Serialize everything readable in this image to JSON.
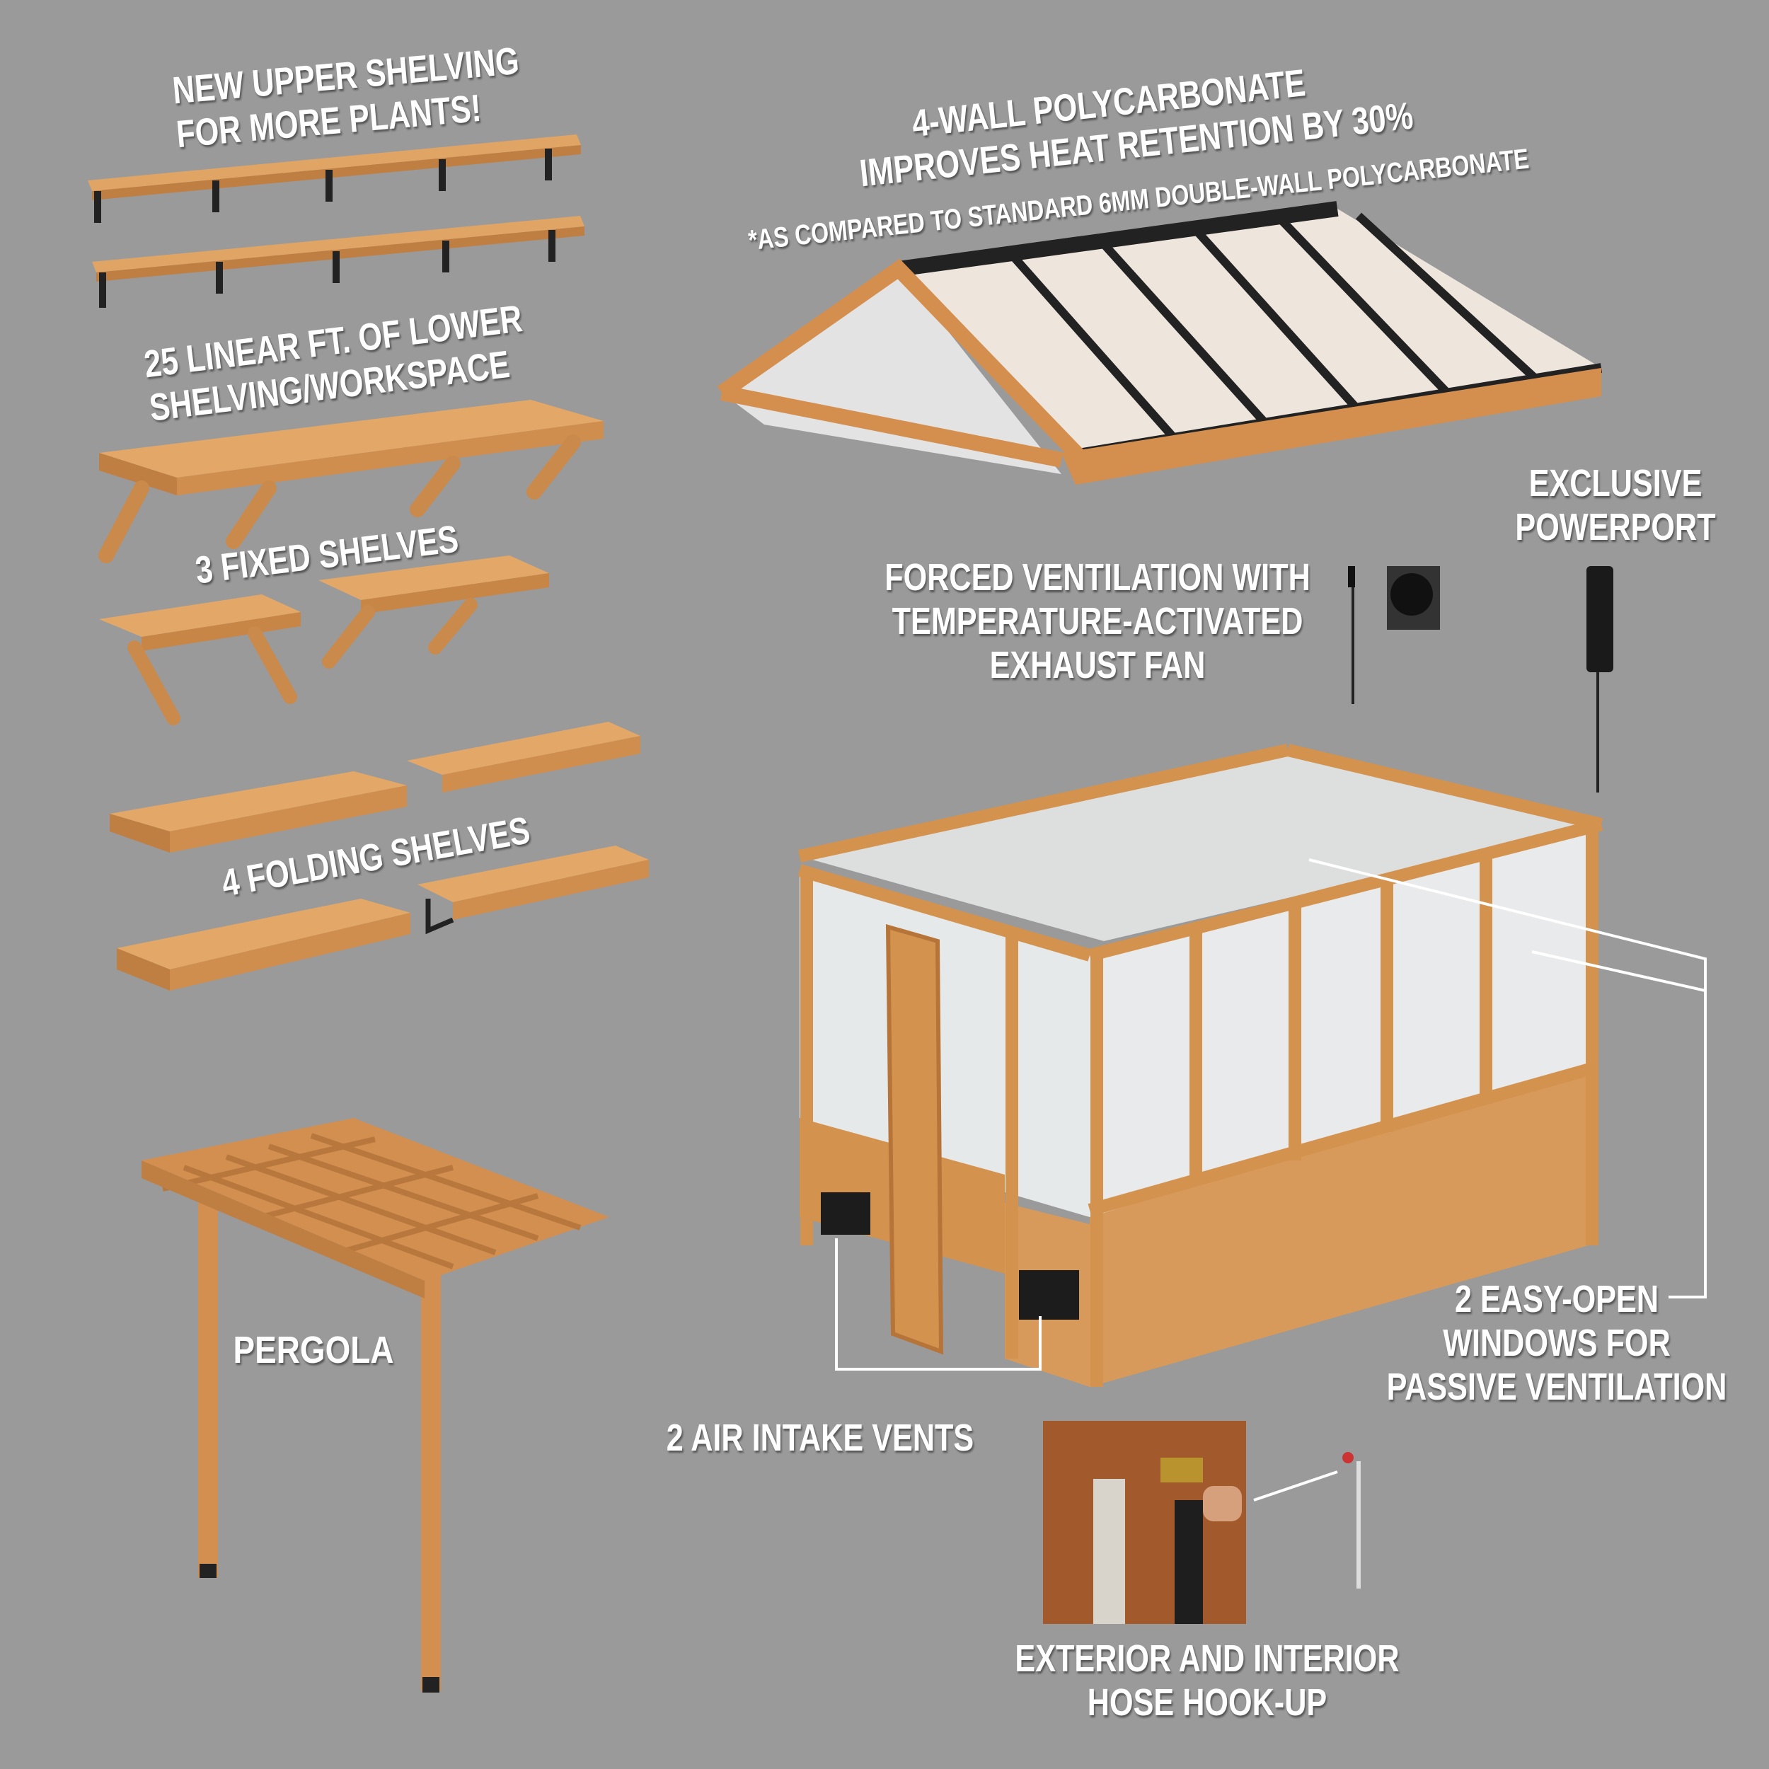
{
  "labels": {
    "upper_shelving": [
      "NEW UPPER SHELVING",
      "FOR MORE PLANTS!"
    ],
    "lower_shelving": [
      "25 LINEAR FT. OF LOWER",
      "SHELVING/WORKSPACE"
    ],
    "fixed_shelves": "3 FIXED SHELVES",
    "folding_shelves": "4 FOLDING SHELVES",
    "pergola": "PERGOLA",
    "roof": [
      "4-WALL POLYCARBONATE",
      "IMPROVES HEAT RETENTION BY 30%"
    ],
    "roof_footnote": "*AS COMPARED TO STANDARD 6MM DOUBLE-WALL POLYCARBONATE",
    "powerport": [
      "EXCLUSIVE",
      "POWERPORT"
    ],
    "ventilation": [
      "FORCED VENTILATION WITH",
      "TEMPERATURE-ACTIVATED",
      "EXHAUST FAN"
    ],
    "windows": [
      "2 EASY-OPEN",
      "WINDOWS FOR",
      "PASSIVE VENTILATION"
    ],
    "air_vents": "2 AIR INTAKE VENTS",
    "hose": [
      "EXTERIOR AND INTERIOR",
      "HOSE HOOK-UP"
    ]
  },
  "colors": {
    "background": "#9a9a9a",
    "wood": "#d9995a",
    "panel": "#e6e6e6",
    "text": "#ffffff"
  }
}
